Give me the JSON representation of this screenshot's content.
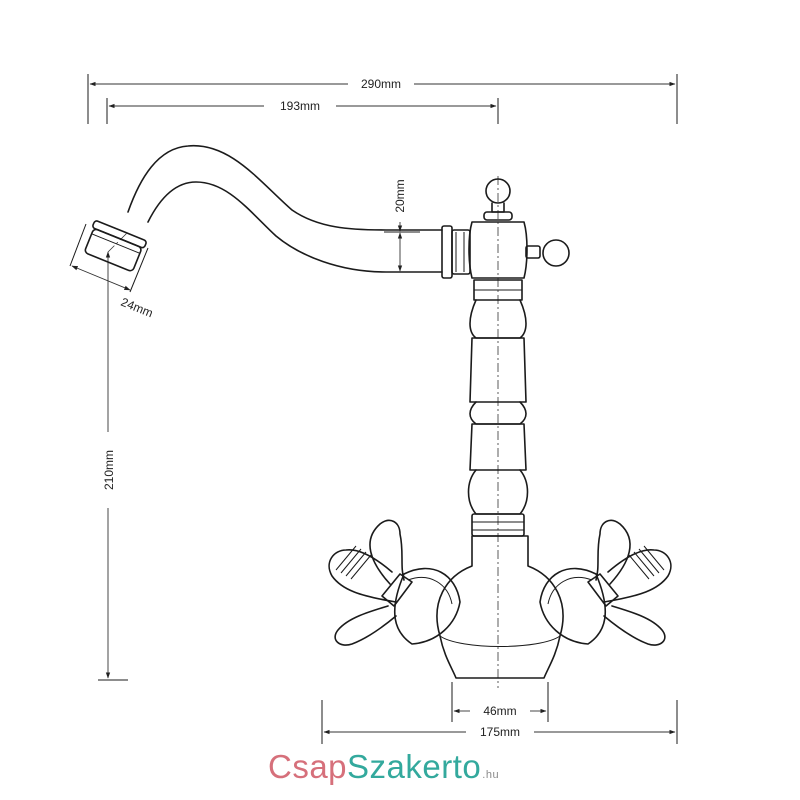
{
  "dimensions": {
    "total_width": "290mm",
    "spout_reach": "193mm",
    "spout_diameter": "20mm",
    "outlet_diameter": "24mm",
    "height": "210mm",
    "base_width": "46mm",
    "handles_width": "175mm"
  },
  "brand": {
    "part1": "Csap",
    "part2": "Szakerto",
    "suffix": ".hu",
    "color1": "#d6707b",
    "color2": "#33a99d"
  }
}
